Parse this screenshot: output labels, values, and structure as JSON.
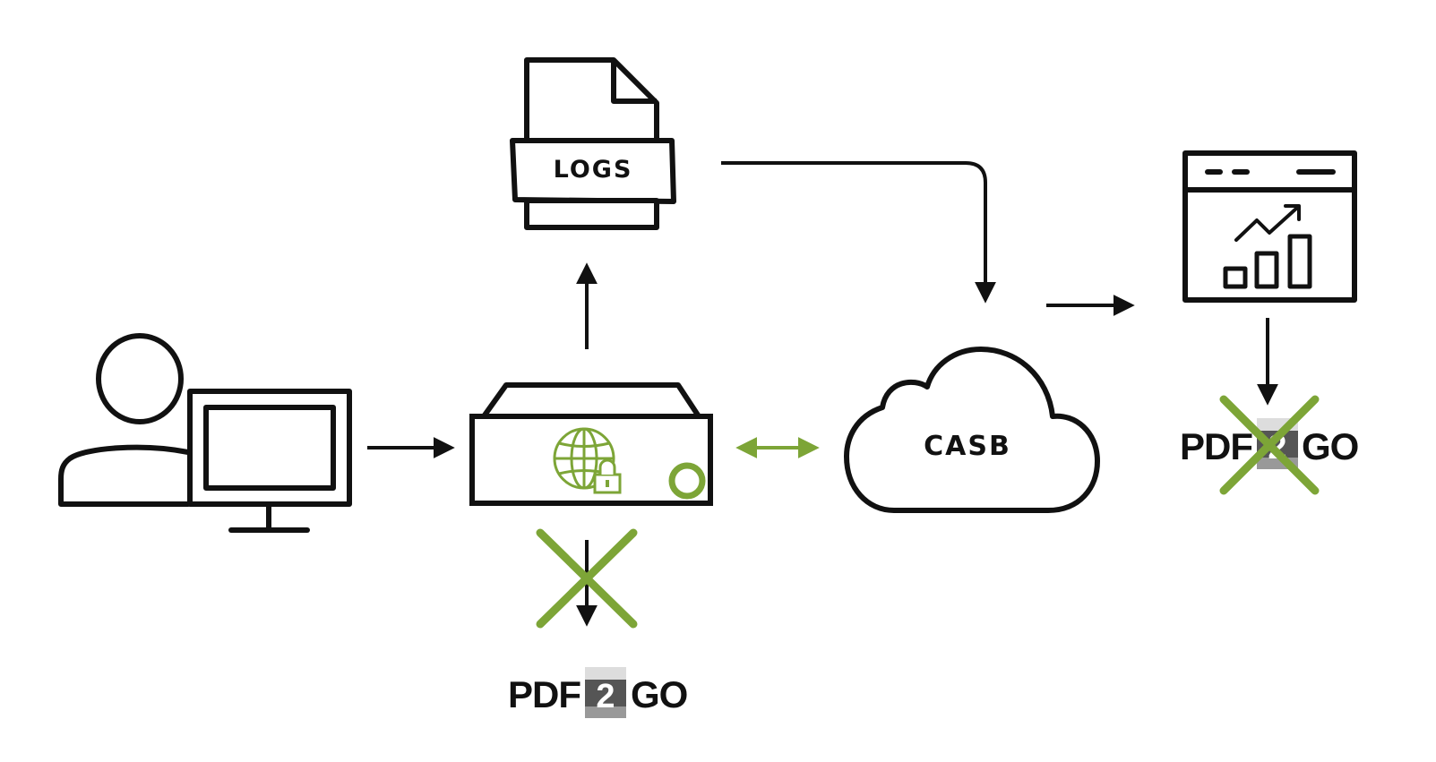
{
  "diagram": {
    "nodes": {
      "logs": {
        "label": "LOGS",
        "icon": "document-icon"
      },
      "casb": {
        "label": "CASB",
        "icon": "cloud-icon"
      },
      "user": {
        "icon": "user-at-computer-icon"
      },
      "appliance": {
        "icon": "secure-web-gateway-appliance-icon"
      },
      "dashboard": {
        "icon": "analytics-dashboard-icon"
      }
    },
    "blocked_sites": [
      {
        "brand_left": "PDF",
        "brand_mid": "2",
        "brand_right": "GO",
        "blocked": true
      },
      {
        "brand_left": "PDF",
        "brand_mid": "2",
        "brand_right": "GO",
        "blocked": true
      }
    ]
  },
  "colors": {
    "stroke": "#111111",
    "accent": "#7da537",
    "brand_mid_bg": "#555555"
  }
}
